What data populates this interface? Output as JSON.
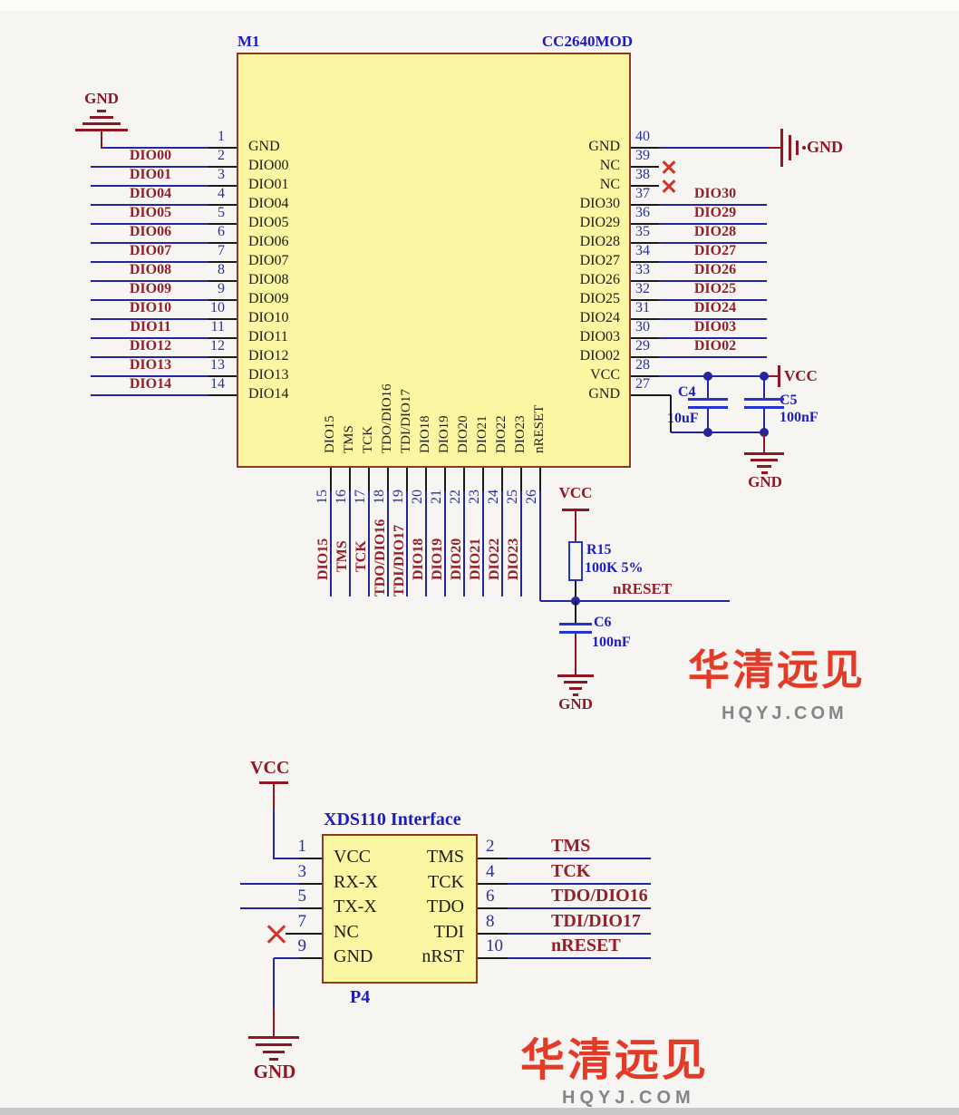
{
  "chip": {
    "designator": "M1",
    "part_number": "CC2640MOD",
    "left_pins": [
      {
        "num": "1",
        "name": "GND",
        "net": ""
      },
      {
        "num": "2",
        "name": "DIO00",
        "net": "DIO00"
      },
      {
        "num": "3",
        "name": "DIO01",
        "net": "DIO01"
      },
      {
        "num": "4",
        "name": "DIO04",
        "net": "DIO04"
      },
      {
        "num": "5",
        "name": "DIO05",
        "net": "DIO05"
      },
      {
        "num": "6",
        "name": "DIO06",
        "net": "DIO06"
      },
      {
        "num": "7",
        "name": "DIO07",
        "net": "DIO07"
      },
      {
        "num": "8",
        "name": "DIO08",
        "net": "DIO08"
      },
      {
        "num": "9",
        "name": "DIO09",
        "net": "DIO09"
      },
      {
        "num": "10",
        "name": "DIO10",
        "net": "DIO10"
      },
      {
        "num": "11",
        "name": "DIO11",
        "net": "DIO11"
      },
      {
        "num": "12",
        "name": "DIO12",
        "net": "DIO12"
      },
      {
        "num": "13",
        "name": "DIO13",
        "net": "DIO13"
      },
      {
        "num": "14",
        "name": "DIO14",
        "net": "DIO14"
      }
    ],
    "right_pins": [
      {
        "num": "40",
        "name": "GND",
        "net": "GND",
        "power": true
      },
      {
        "num": "39",
        "name": "NC",
        "nc": true
      },
      {
        "num": "38",
        "name": "NC",
        "nc": true
      },
      {
        "num": "37",
        "name": "DIO30",
        "net": "DIO30"
      },
      {
        "num": "36",
        "name": "DIO29",
        "net": "DIO29"
      },
      {
        "num": "35",
        "name": "DIO28",
        "net": "DIO28"
      },
      {
        "num": "34",
        "name": "DIO27",
        "net": "DIO27"
      },
      {
        "num": "33",
        "name": "DIO26",
        "net": "DIO26"
      },
      {
        "num": "32",
        "name": "DIO25",
        "net": "DIO25"
      },
      {
        "num": "31",
        "name": "DIO24",
        "net": "DIO24"
      },
      {
        "num": "30",
        "name": "DIO03",
        "net": "DIO03"
      },
      {
        "num": "29",
        "name": "DIO02",
        "net": "DIO02"
      },
      {
        "num": "28",
        "name": "VCC",
        "net": "VCC",
        "power": true
      },
      {
        "num": "27",
        "name": "GND",
        "net": ""
      }
    ],
    "bottom_pins": [
      {
        "num": "15",
        "name": "DIO15",
        "net": "DIO15"
      },
      {
        "num": "16",
        "name": "TMS",
        "net": "TMS"
      },
      {
        "num": "17",
        "name": "TCK",
        "net": "TCK"
      },
      {
        "num": "18",
        "name": "TDO/DIO16",
        "net": "TDO/DIO16"
      },
      {
        "num": "19",
        "name": "TDI/DIO17",
        "net": "TDI/DIO17"
      },
      {
        "num": "20",
        "name": "DIO18",
        "net": "DIO18"
      },
      {
        "num": "21",
        "name": "DIO19",
        "net": "DIO19"
      },
      {
        "num": "22",
        "name": "DIO20",
        "net": "DIO20"
      },
      {
        "num": "23",
        "name": "DIO21",
        "net": "DIO21"
      },
      {
        "num": "24",
        "name": "DIO22",
        "net": "DIO22"
      },
      {
        "num": "25",
        "name": "DIO23",
        "net": "DIO23"
      },
      {
        "num": "26",
        "name": "nRESET",
        "net": ""
      }
    ]
  },
  "power_symbols": {
    "gnd_label": "GND",
    "vcc_label": "VCC"
  },
  "decoupling": {
    "c4": {
      "ref": "C4",
      "value": "10uF"
    },
    "c5": {
      "ref": "C5",
      "value": "100nF"
    }
  },
  "reset_circuit": {
    "r15": {
      "ref": "R15",
      "value": "100K 5%"
    },
    "c6": {
      "ref": "C6",
      "value": "100nF"
    },
    "net": "nRESET"
  },
  "connector": {
    "title": "XDS110 Interface",
    "designator": "P4",
    "left_pins": [
      {
        "num": "1",
        "name": "VCC"
      },
      {
        "num": "3",
        "name": "RX-X"
      },
      {
        "num": "5",
        "name": "TX-X"
      },
      {
        "num": "7",
        "name": "NC",
        "nc": true
      },
      {
        "num": "9",
        "name": "GND"
      }
    ],
    "right_pins": [
      {
        "num": "2",
        "name": "TMS",
        "net": "TMS"
      },
      {
        "num": "4",
        "name": "TCK",
        "net": "TCK"
      },
      {
        "num": "6",
        "name": "TDO",
        "net": "TDO/DIO16"
      },
      {
        "num": "8",
        "name": "TDI",
        "net": "TDI/DIO17"
      },
      {
        "num": "10",
        "name": "nRST",
        "net": "nRESET"
      }
    ]
  },
  "logo": {
    "text_cn": "华清远见",
    "text_domain": "HQYJ.COM"
  },
  "colors": {
    "wire": "#23269c",
    "pin_stub": "#1a1a1a",
    "net_label": "#94202a",
    "power_symbol": "#8f1622",
    "designator": "#1c1cc0",
    "pin_number": "#28309a",
    "pin_name": "#1e1e10",
    "chip_fill": "#fbf6a2",
    "chip_border": "#8e3a22",
    "component_outline": "#2236cf",
    "nc_cross": "#d23126",
    "logo_red": "#e23b28",
    "logo_gray": "#84848c"
  }
}
